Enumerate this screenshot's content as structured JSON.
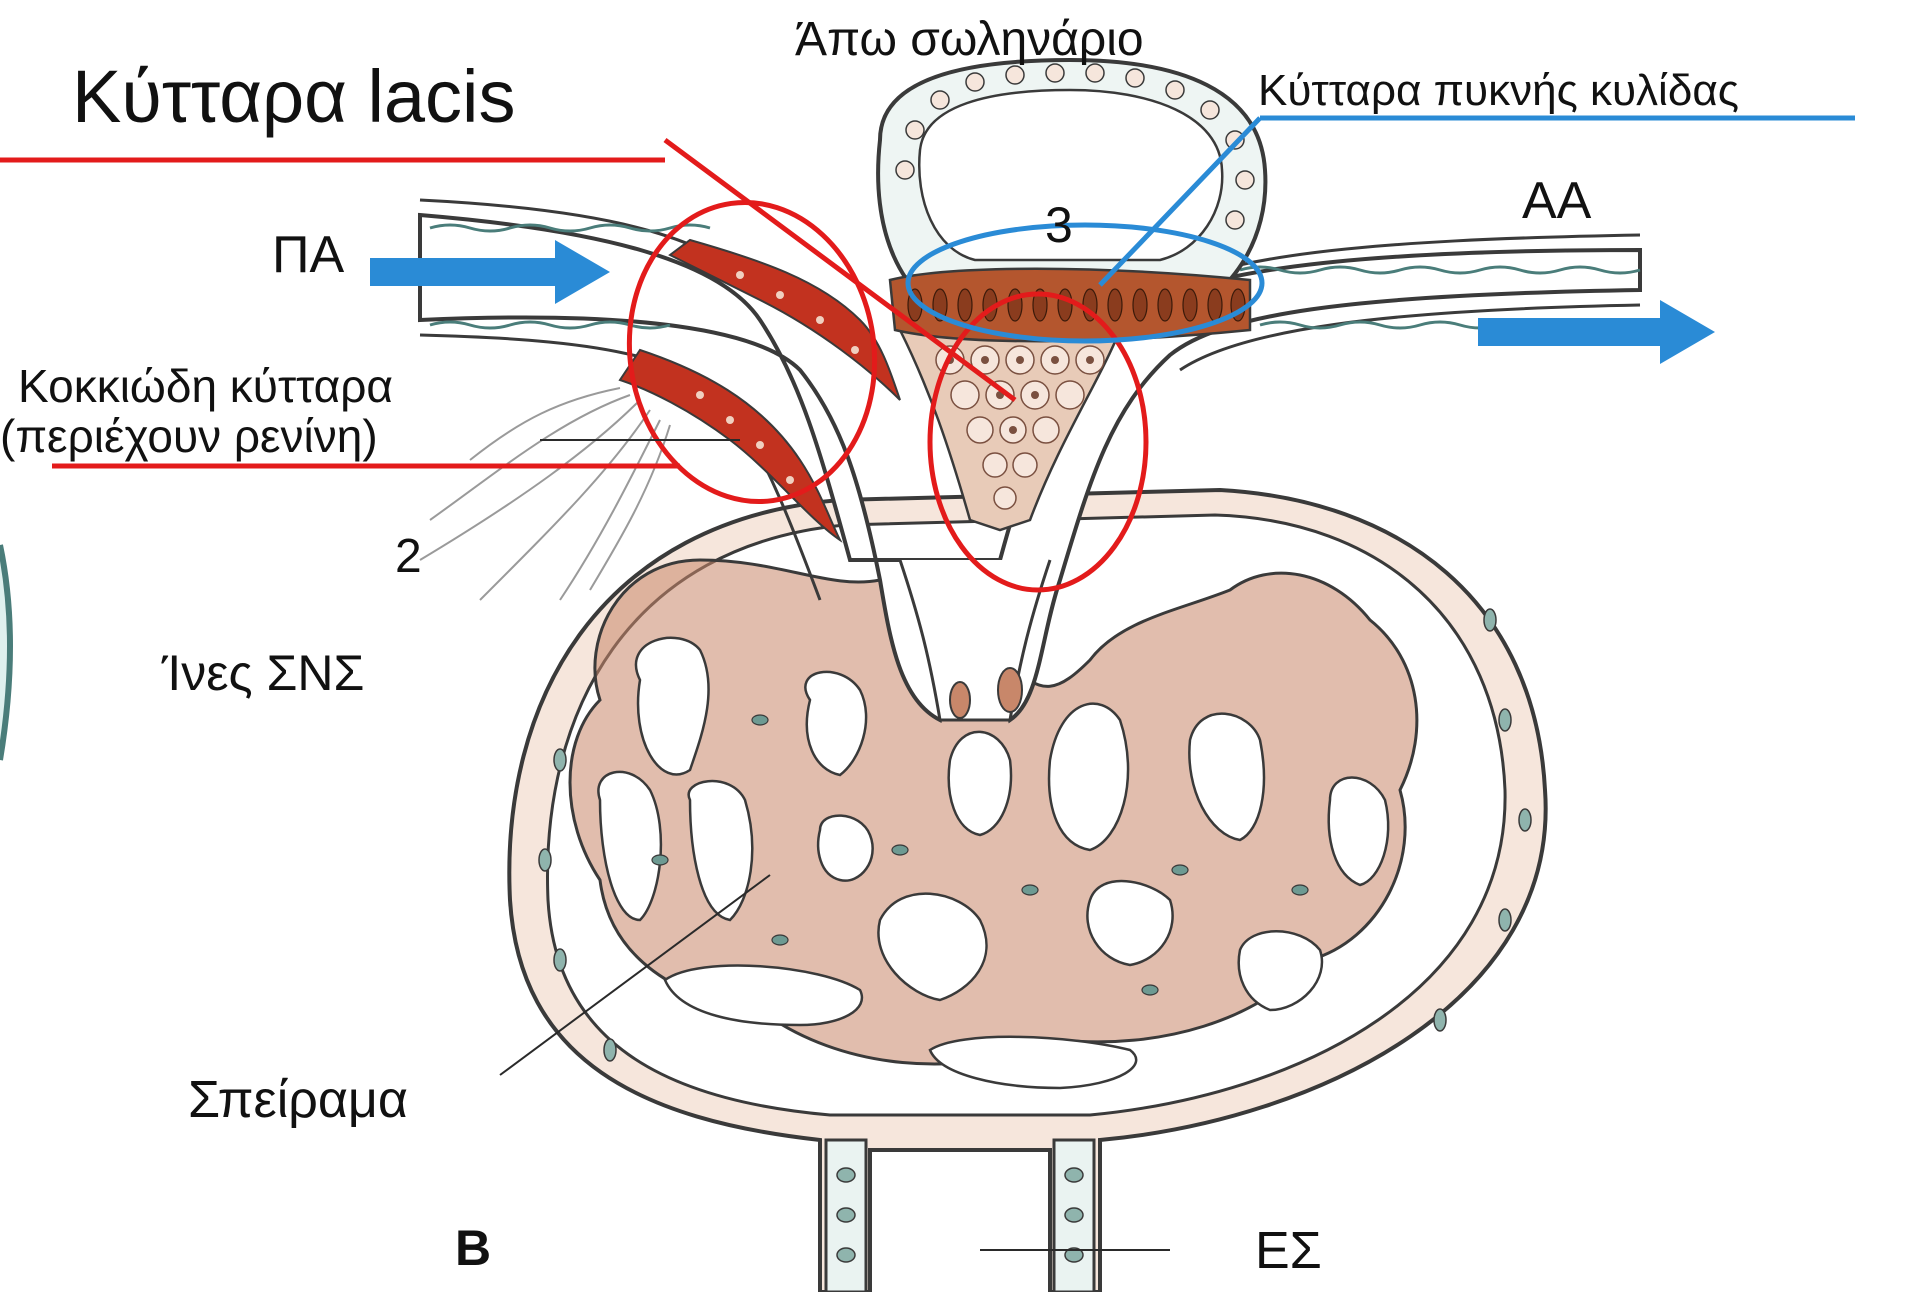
{
  "labels": {
    "distal_tubule": "Άπω σωληνάριο",
    "lacis_cells": "Κύτταρα lacis",
    "macula_densa_cells": "Κύτταρα πυκνής κυλίδας",
    "afferent_arteriole": "ΠΑ",
    "efferent_arteriole": "ΑΑ",
    "granular_cells_line1": "Κοκκιώδη κύτταρα",
    "granular_cells_line2": "(περιέχουν ρενίνη)",
    "number_2": "2",
    "number_3": "3",
    "nerve_fibers": "Ίνες ΣΝΣ",
    "glomerulus": "Σπείραμα",
    "letter_b": "Β",
    "capsule_space": "ΕΣ"
  },
  "colors": {
    "highlight_red": "#e31b1b",
    "highlight_blue": "#2a8bd6",
    "flow_arrow_blue": "#2a8bd6",
    "tissue_brown": "#c8876a",
    "tissue_light": "#f3ddd2",
    "membrane_line": "#3a3a3a",
    "granule_red": "#c2321f"
  }
}
